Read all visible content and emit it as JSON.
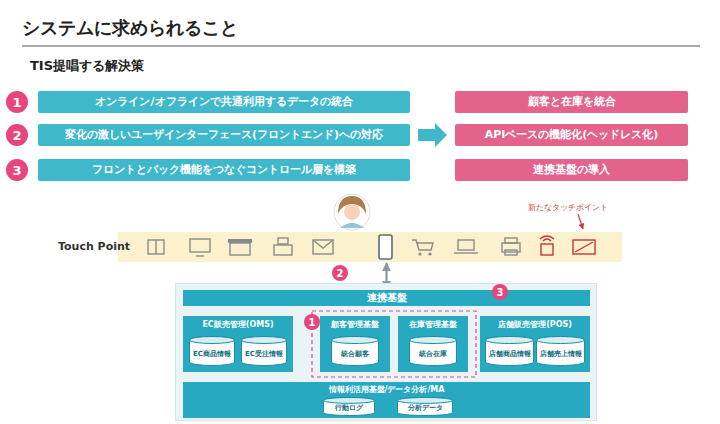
{
  "diagram": {
    "title": "システムに求められること",
    "nodes": [
      {
        "text": [
          "オンライン/オフラインで共通利用するデータの統合"
        ]
      },
      {
        "text": [
          "顧客と在庫を統合"
        ]
      },
      {
        "text": [
          "変化の激しいユーザインターフェース(フロントエンド)への対応"
        ]
      },
      {
        "text": [
          "APIベースの機能化(ヘッドレス化)"
        ]
      },
      {
        "text": [
          "フロントとバック機能をつなぐコントロール層を構築"
        ]
      },
      {
        "text": [
          "連携基盤の導入"
        ]
      },
      {
        "text": [
          "Touch Point"
        ]
      },
      {
        "text": [
          "連携基盤"
        ]
      },
      {
        "text": [
          "EC販売管理(OMS)"
        ]
      },
      {
        "text": [
          "EC商品情報"
        ],
        "in": 8
      },
      {
        "text": [
          "EC受注情報"
        ],
        "in": 8
      },
      {
        "text": [
          "顧客管理基盤"
        ]
      },
      {
        "text": [
          "統合顧客"
        ],
        "in": 11
      },
      {
        "text": [
          "在庫管理基盤"
        ]
      },
      {
        "text": [
          "統合在庫"
        ],
        "in": 13
      },
      {
        "text": [
          "店舗販売管理(POS)"
        ]
      },
      {
        "text": [
          "店舗商品情報"
        ],
        "in": 15
      },
      {
        "text": [
          "店舗売上情報"
        ],
        "in": 15
      },
      {
        "text": [
          "情報利活用基盤/データ分析/MA"
        ]
      },
      {
        "text": [
          "行動ログ"
        ],
        "in": 18
      },
      {
        "text": [
          "分析データ"
        ],
        "in": 18
      }
    ],
    "edges": [
      {
        "from": 2,
        "to": 3,
        "arrow": "to"
      },
      {
        "from": 6,
        "to": 7,
        "arrow": "both"
      },
      {
        "from": 7,
        "to": 8,
        "arrow": "both"
      },
      {
        "from": 7,
        "to": 11,
        "arrow": "both"
      },
      {
        "from": 7,
        "to": 13,
        "arrow": "both"
      },
      {
        "from": 7,
        "to": 15,
        "arrow": "both"
      },
      {
        "from": 8,
        "to": 18,
        "arrow": "both"
      },
      {
        "from": 11,
        "to": 18,
        "arrow": "both"
      },
      {
        "from": 13,
        "to": 18,
        "arrow": "both"
      },
      {
        "from": 15,
        "to": 18,
        "arrow": "both"
      }
    ],
    "labels": [
      "TIS提唱する解決策",
      "1",
      "2",
      "3",
      "新たなタッチポイント",
      "2",
      "1",
      "3"
    ]
  }
}
